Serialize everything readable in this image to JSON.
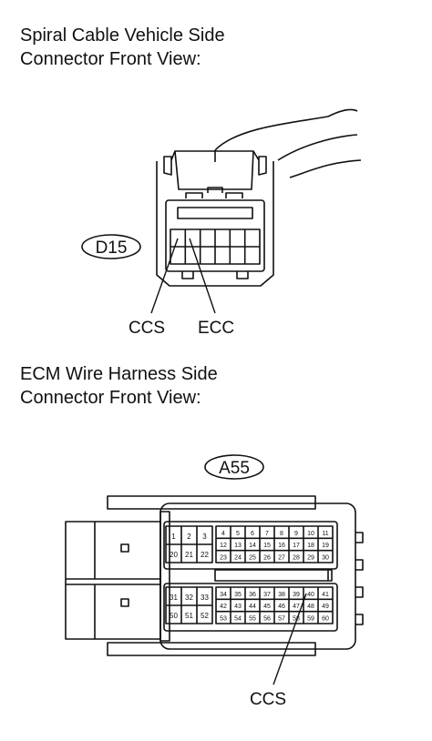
{
  "connector1": {
    "heading_line1": "Spiral Cable Vehicle Side",
    "heading_line2": "Connector Front View:",
    "code": "D15",
    "pin_labels": [
      "CCS",
      "ECC"
    ]
  },
  "connector2": {
    "heading_line1": "ECM Wire Harness Side",
    "heading_line2": "Connector Front View:",
    "code": "A55",
    "pin_label": "CCS",
    "pins_left_top": [
      "1",
      "2",
      "3"
    ],
    "pins_left_mid": [
      "20",
      "21",
      "22"
    ],
    "pins_right_row1": [
      "4",
      "5",
      "6",
      "7",
      "8",
      "9",
      "10",
      "11"
    ],
    "pins_right_row2": [
      "12",
      "13",
      "14",
      "15",
      "16",
      "17",
      "18",
      "19"
    ],
    "pins_right_row3": [
      "23",
      "24",
      "25",
      "26",
      "27",
      "28",
      "29",
      "30"
    ],
    "pins_lower_left_row1": [
      "31",
      "32",
      "33"
    ],
    "pins_lower_left_row2": [
      "50",
      "51",
      "52"
    ],
    "pins_lower_right_row1": [
      "34",
      "35",
      "36",
      "37",
      "38",
      "39",
      "40",
      "41"
    ],
    "pins_lower_right_row2": [
      "42",
      "43",
      "44",
      "45",
      "46",
      "47",
      "48",
      "49"
    ],
    "pins_lower_right_row3": [
      "53",
      "54",
      "55",
      "56",
      "57",
      "58",
      "59",
      "60"
    ]
  }
}
